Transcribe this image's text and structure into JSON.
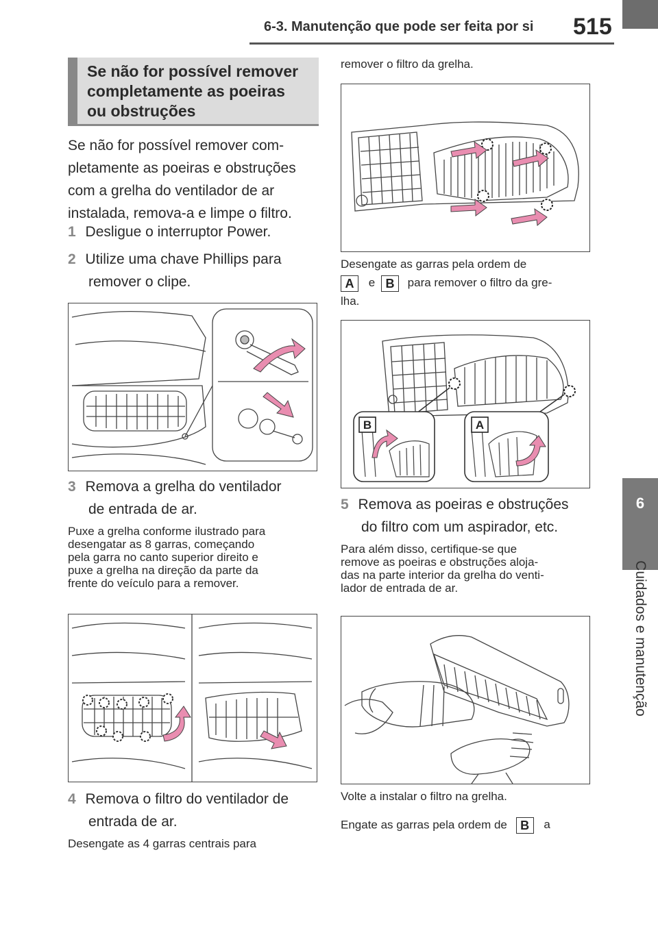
{
  "header": {
    "section_title": "6-3. Manutenção que pode ser feita por si",
    "page_number": "515"
  },
  "side_tab": {
    "chapter_number": "6",
    "chapter_title": "Cuidados e manutenção"
  },
  "left_column": {
    "section_heading_lines": [
      "Se não for possível remover",
      "completamente as poeiras",
      "ou obstruções"
    ],
    "intro_lines": [
      "Se não for possível remover com-",
      "pletamente as poeiras e obstruções",
      "com a grelha do ventilador de ar",
      "instalada, remova-a e limpe o filtro."
    ],
    "step1": {
      "number": "1",
      "text": "Desligue o interruptor Power."
    },
    "step2": {
      "number": "2",
      "lines": [
        "Utilize uma chave Phillips para",
        "remover o clipe."
      ]
    },
    "step3": {
      "number": "3",
      "lines": [
        "Remova a grelha do ventilador",
        "de entrada de ar."
      ]
    },
    "step3_note_lines": [
      "Puxe a grelha conforme ilustrado para",
      "desengatar as 8 garras, começando",
      "pela garra no canto superior direito e",
      "puxe a grelha na direção da parte da",
      "frente do veículo para a remover."
    ],
    "step4": {
      "number": "4",
      "lines": [
        "Remova o filtro do ventilador de",
        "entrada de ar."
      ]
    },
    "step4_note": "Desengate as 4 garras centrais para"
  },
  "right_column": {
    "continuation": "remover o filtro da grelha.",
    "claw_order_line1": "Desengate as garras pela ordem de",
    "label_a": "A",
    "connector_e": "e",
    "label_b": "B",
    "claw_order_rest": "para remover o filtro da gre-",
    "claw_order_line3": "lha.",
    "step5": {
      "number": "5",
      "lines": [
        "Remova as poeiras e obstruções",
        "do filtro com um aspirador, etc."
      ]
    },
    "step5_note_lines": [
      "Para além disso, certifique-se que",
      "remove as poeiras e obstruções aloja-",
      "das na parte interior da grelha do venti-",
      "lador de entrada de ar."
    ],
    "reinstall": "Volte a instalar o filtro na grelha.",
    "engage_start": "Engate as garras pela ordem de",
    "engage_label": "B",
    "engage_end": "a"
  },
  "figures": {
    "fig3_label_b": "B",
    "fig3_label_a": "A"
  },
  "colors": {
    "arrow_pink": "#e98db0",
    "tab_gray": "#7a7a7a",
    "heading_bg": "#dcdcdc"
  }
}
